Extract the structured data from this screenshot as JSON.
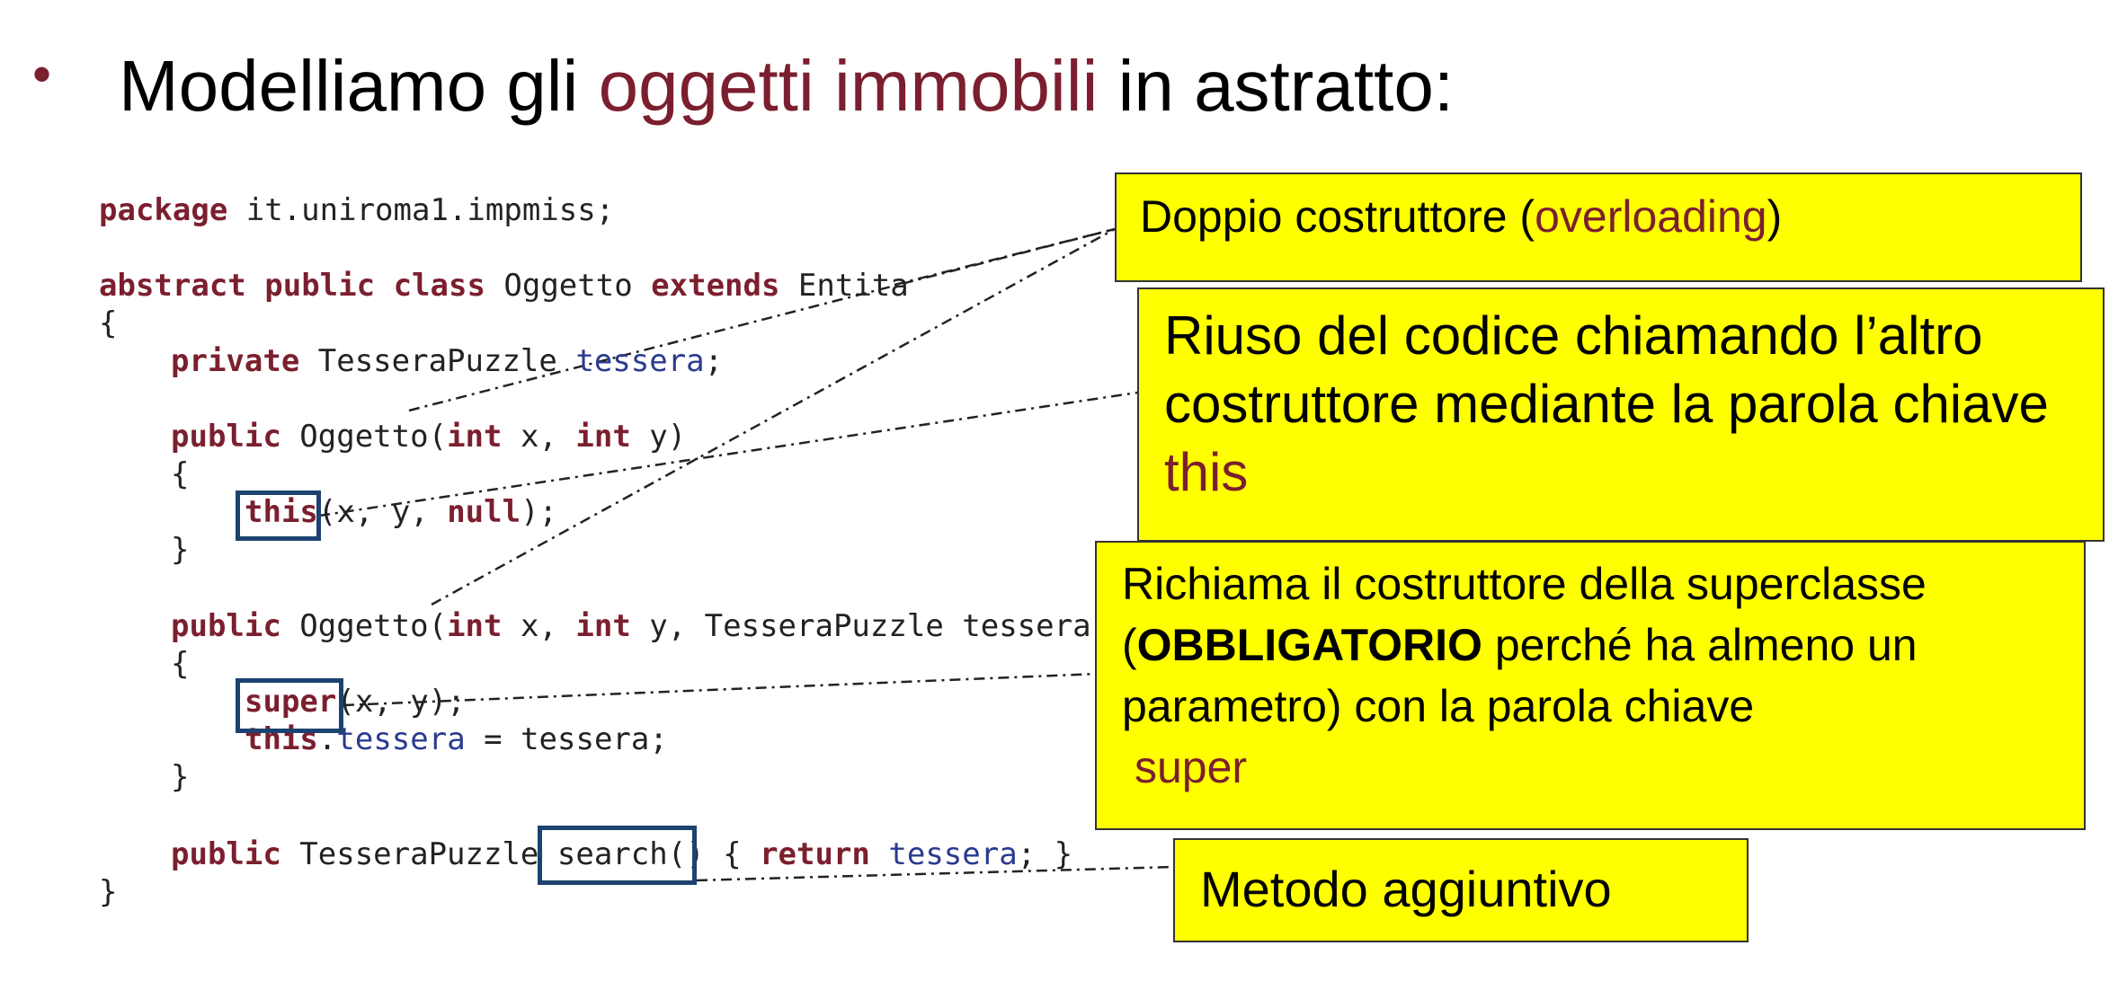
{
  "slide": {
    "bullet": "•",
    "title_pre": "Modelliamo gli ",
    "title_hl": "oggetti immobili",
    "title_post": " in astratto:"
  },
  "code": {
    "l1_kw": "package",
    "l1_rest": " it.uniroma1.impmiss;",
    "l2_kw1": "abstract",
    "l2_kw2": "public",
    "l2_kw3": "class",
    "l2_name": " Oggetto ",
    "l2_kw4": "extends",
    "l2_parent": " Entita",
    "brace_open": "{",
    "brace_close": "}",
    "l4_kw": "private",
    "l4_type": " TesseraPuzzle ",
    "l4_field": "tessera",
    "l4_semi": ";",
    "l5_kw": "public",
    "l5_a": " Oggetto(",
    "l5_int1": "int",
    "l5_b": " x, ",
    "l5_int2": "int",
    "l5_c": " y)",
    "l7_this": "this",
    "l7_a": "(x, y, ",
    "l7_null": "null",
    "l7_b": ");",
    "l9_kw": "public",
    "l9_a": " Oggetto(",
    "l9_int1": "int",
    "l9_b": " x, ",
    "l9_int2": "int",
    "l9_c": " y, TesseraPuzzle tessera)",
    "l11_super": "super",
    "l11_a": "(x, y);",
    "l12_this": "this",
    "l12_dot": ".",
    "l12_field": "tessera",
    "l12_rest": " = tessera;",
    "l14_kw": "public",
    "l14_type": " TesseraPuzzle ",
    "l14_method": "search()",
    "l14_a": " { ",
    "l14_ret": "return",
    "l14_sp": " ",
    "l14_field": "tessera",
    "l14_b": "; }"
  },
  "notes": {
    "n1_pre": "Doppio costruttore (",
    "n1_hl": "overloading",
    "n1_post": ")",
    "n2_text": "Riuso del codice chiamando l’altro costruttore mediante la parola chiave",
    "n2_hl": "this",
    "n3_pre": "Richiama il costruttore della superclasse (",
    "n3_bold": "OBBLIGATORIO",
    "n3_post": " perché ha almeno un parametro) con la parola chiave",
    "n3_hl": "super",
    "n4_text": "Metodo aggiuntivo"
  },
  "colors": {
    "accent": "#7b1f2e",
    "note_bg": "#ffff00",
    "highlight_border": "#1c4370",
    "field": "#2a3a8f"
  }
}
